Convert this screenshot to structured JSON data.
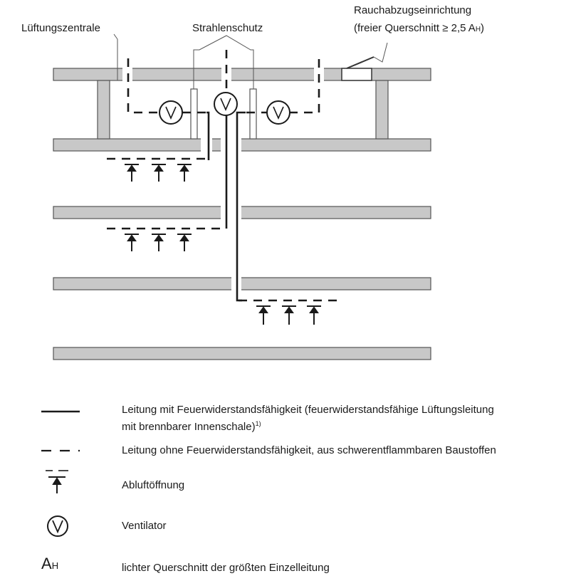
{
  "labels": {
    "lueftungszentrale": "Lüftungszentrale",
    "strahlenschutz": "Strahlenschutz",
    "rauchabzug_line1": "Rauchabzugseinrichtung",
    "rauchabzug_line2_prefix": "(freier Querschnitt ≥ 2,5 A",
    "rauchabzug_line2_sub": "H",
    "rauchabzug_line2_suffix": ")",
    "fan_symbol": "V"
  },
  "legend": {
    "solid_line": "Leitung mit Feuerwiderstandsfähigkeit (feuerwiderstandsfähige Lüftungsleitung",
    "solid_line_2": "mit brennbarer Innenschale)",
    "solid_line_footnote": "1)",
    "dashed_line": "Leitung ohne Feuerwiderstandsfähigkeit, aus schwerentflammbaren Baustoffen",
    "exhaust_opening": "Abluftöffnung",
    "fan": "Ventilator",
    "ah_symbol": "A",
    "ah_sub": "H",
    "ah_text": "lichter Querschnitt der größten Einzelleitung"
  }
}
